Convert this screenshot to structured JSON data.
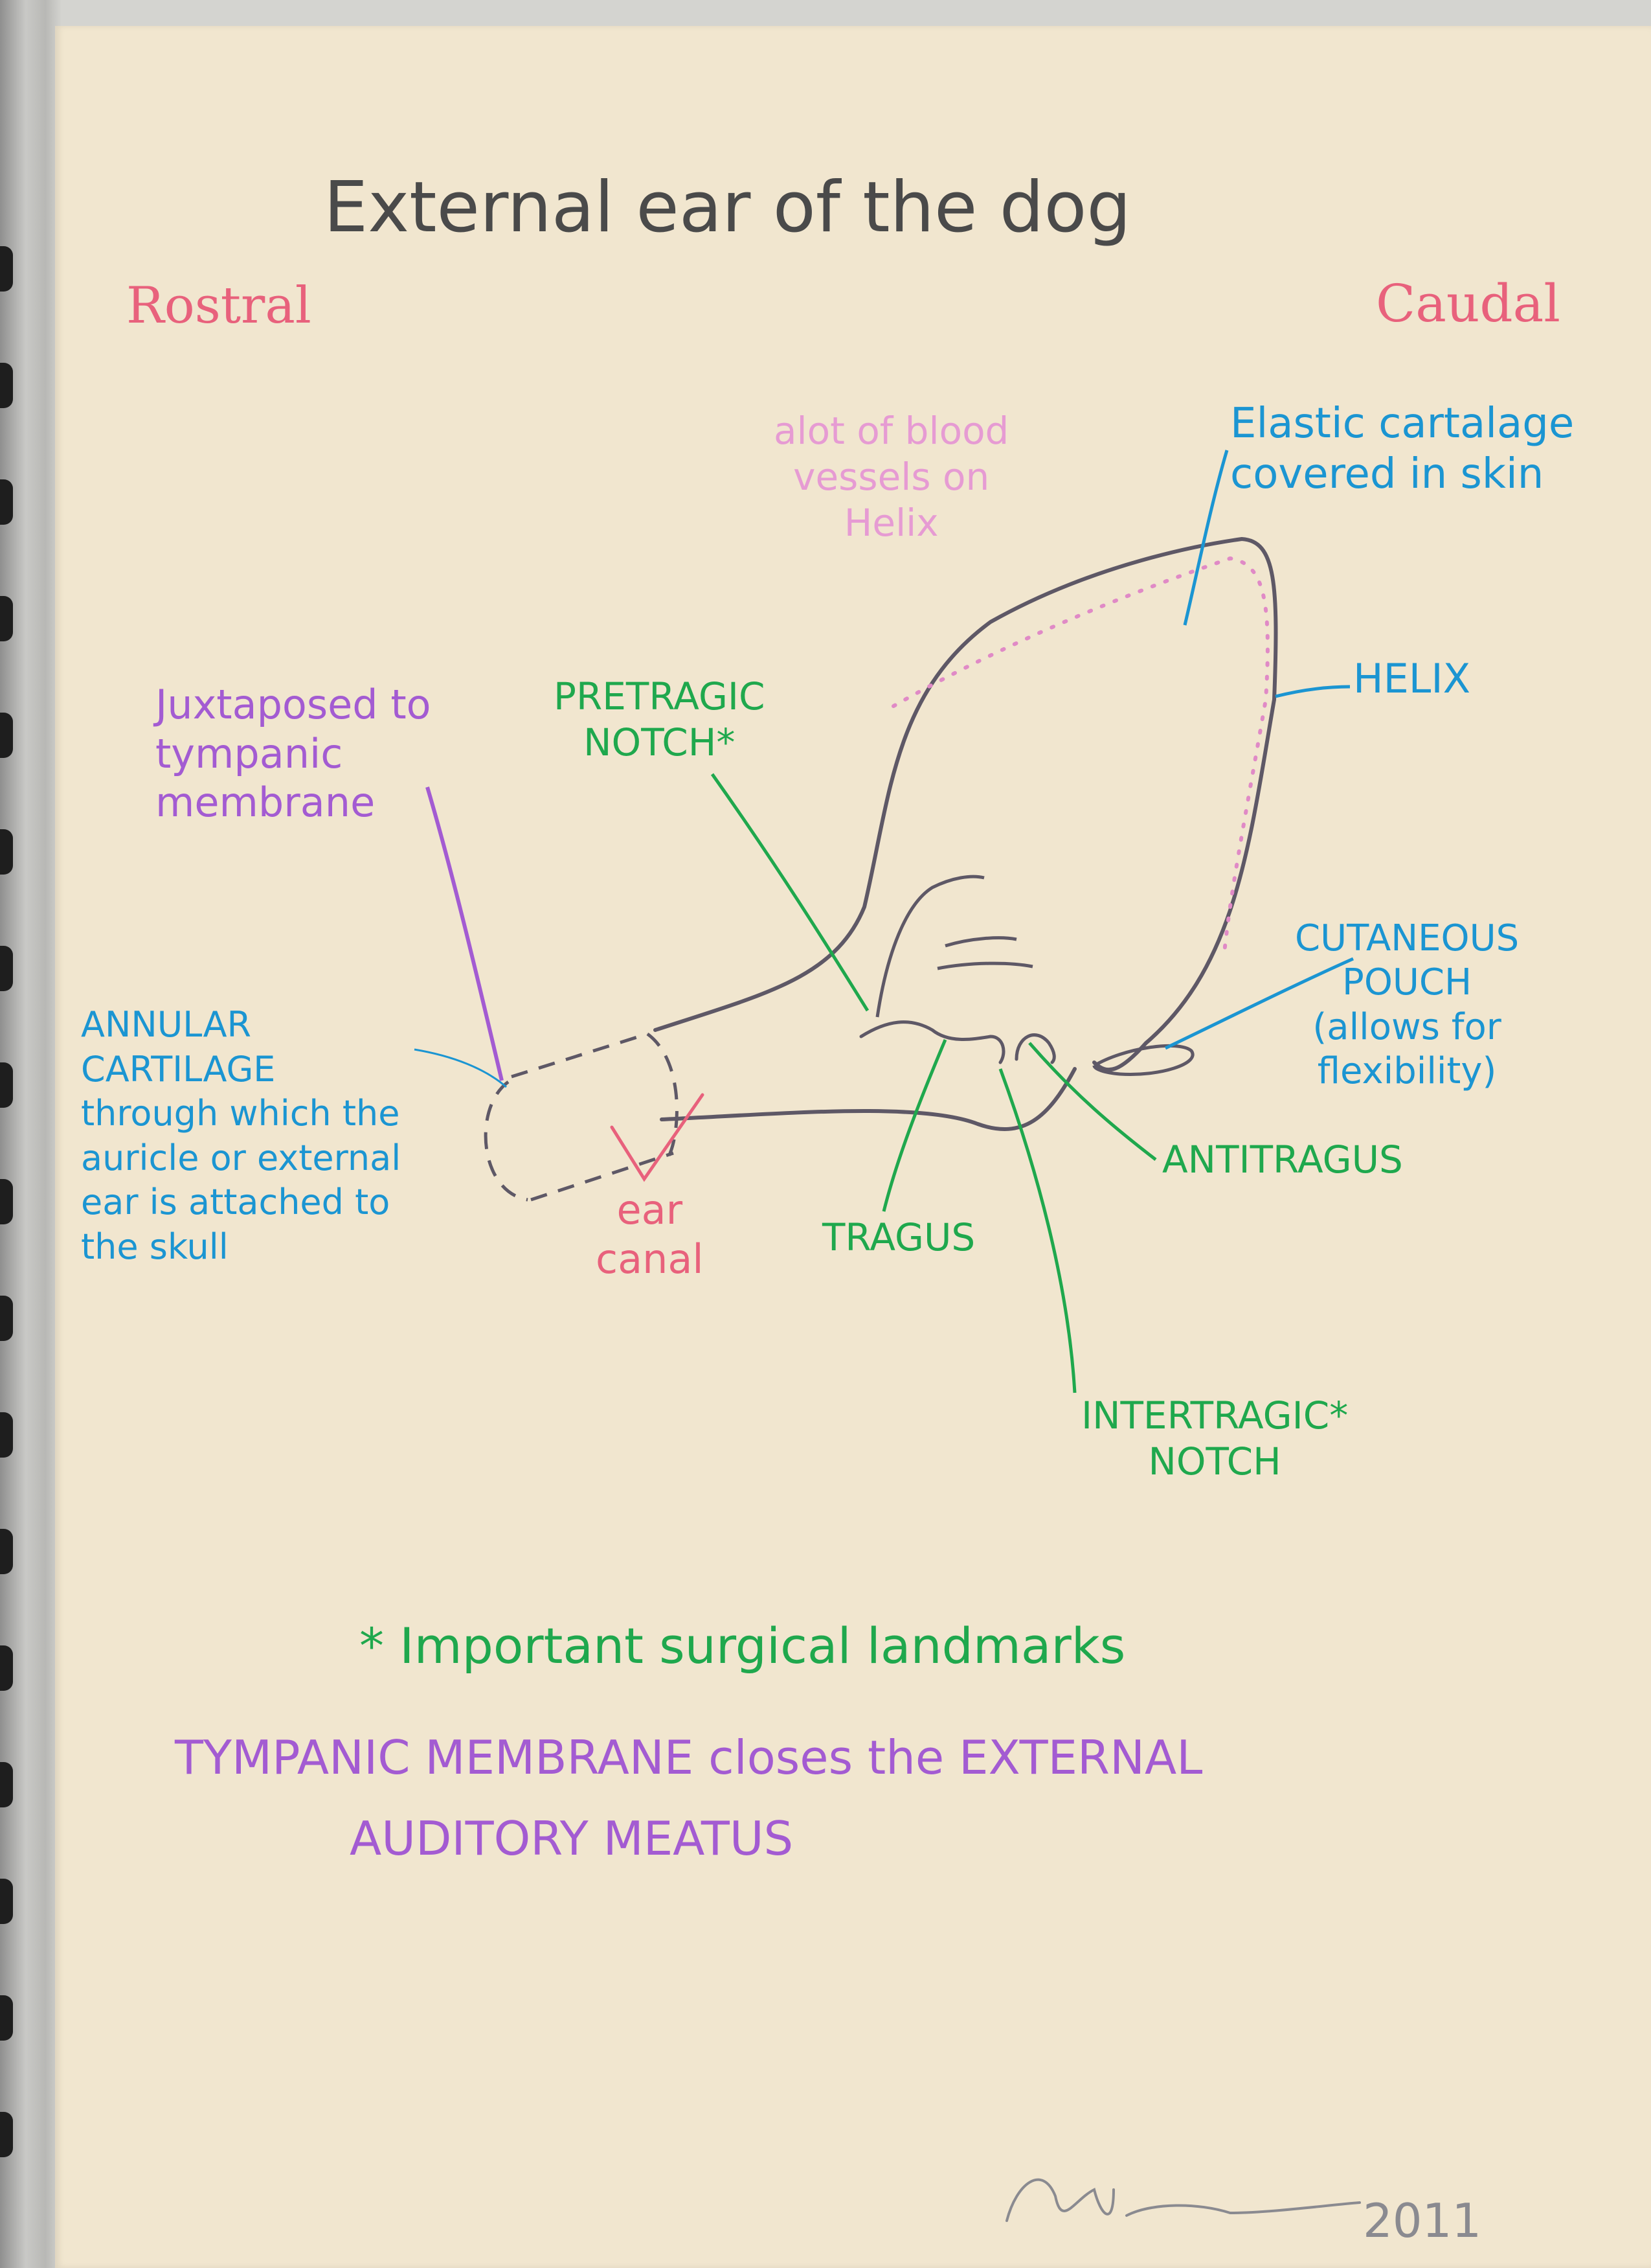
{
  "title": "External ear of the dog",
  "directions": {
    "rostral": "Rostral",
    "caudal": "Caudal"
  },
  "labels": {
    "blood_vessels": "alot of blood\nvessels on\nHelix",
    "elastic_cartilage": "Elastic cartalage\ncovered in skin",
    "helix": "HELIX",
    "pretragic_notch": "PRETRAGIC\nNOTCH*",
    "juxtaposed": "Juxtaposed to\ntympanic\nmembrane",
    "cutaneous_pouch": "CUTANEOUS\nPOUCH\n(allows for\nflexibility)",
    "annular_cartilage": "ANNULAR\nCARTILAGE\nthrough which the\nauricle or external\near is attached to\nthe skull",
    "ear_canal": "ear\ncanal",
    "tragus": "TRAGUS",
    "antitragus": "ANTITRAGUS",
    "intertragic_notch": "INTERTRAGIC*\nNOTCH"
  },
  "footnote": "* Important surgical landmarks",
  "summary": {
    "line1": "TYMPANIC MEMBRANE closes the EXTERNAL",
    "line2": "AUDITORY MEATUS"
  },
  "signature": {
    "year": "2011"
  },
  "colors": {
    "outline": "#5e5866",
    "green": "#1fa84d",
    "blue": "#1b95d2",
    "purple": "#a35bd2",
    "pink": "#e8617c",
    "light_pink": "#e69bd3",
    "paper": "#f1e6cf"
  }
}
